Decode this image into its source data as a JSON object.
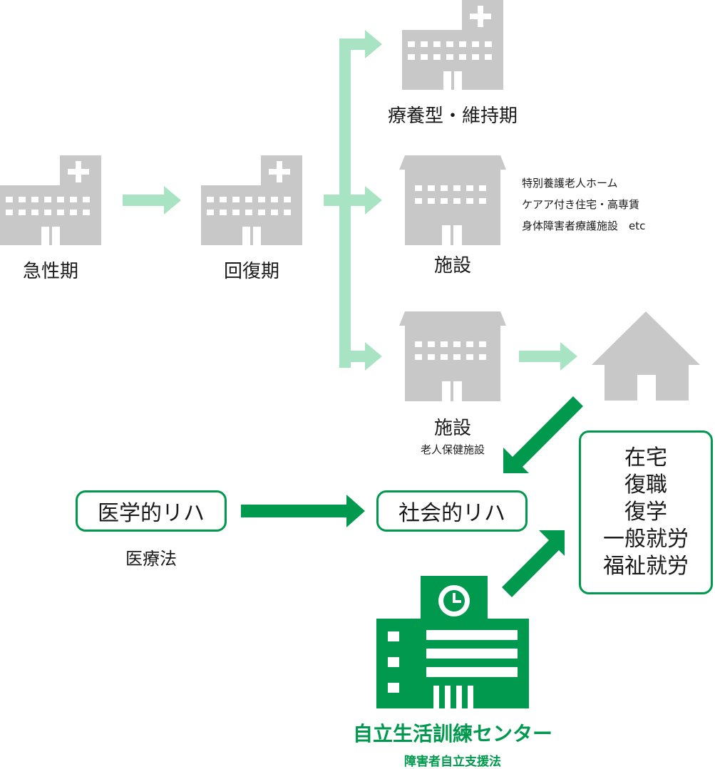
{
  "colors": {
    "gray": "#c8c8c8",
    "light_green": "#a8e4c4",
    "dark_green": "#00994d",
    "text": "#1a1a1a"
  },
  "nodes": {
    "acute": {
      "label": "急性期",
      "icon": "hospital-icon"
    },
    "recovery": {
      "label": "回復期",
      "icon": "hospital-icon"
    },
    "long_term": {
      "label": "療養型・維持期",
      "icon": "hospital-icon"
    },
    "facility1": {
      "label": "施設",
      "icon": "facility-building-icon",
      "notes": [
        "特別養護老人ホーム",
        "ケアア付き住宅・高専賃",
        "身体障害者療護施設　etc"
      ]
    },
    "facility2": {
      "label": "施設",
      "sublabel": "老人保健施設",
      "icon": "facility-building-icon"
    },
    "home": {
      "icon": "house-icon"
    },
    "medical_rehab": {
      "label": "医学的リハ",
      "sublabel": "医療法"
    },
    "social_rehab": {
      "label": "社会的リハ"
    },
    "outcomes": {
      "items": [
        "在宅",
        "復職",
        "復学",
        "一般就労",
        "福祉就労"
      ]
    },
    "center": {
      "label": "自立生活訓練センター",
      "sublabel": "障害者自立支援法",
      "icon": "training-center-icon"
    }
  }
}
